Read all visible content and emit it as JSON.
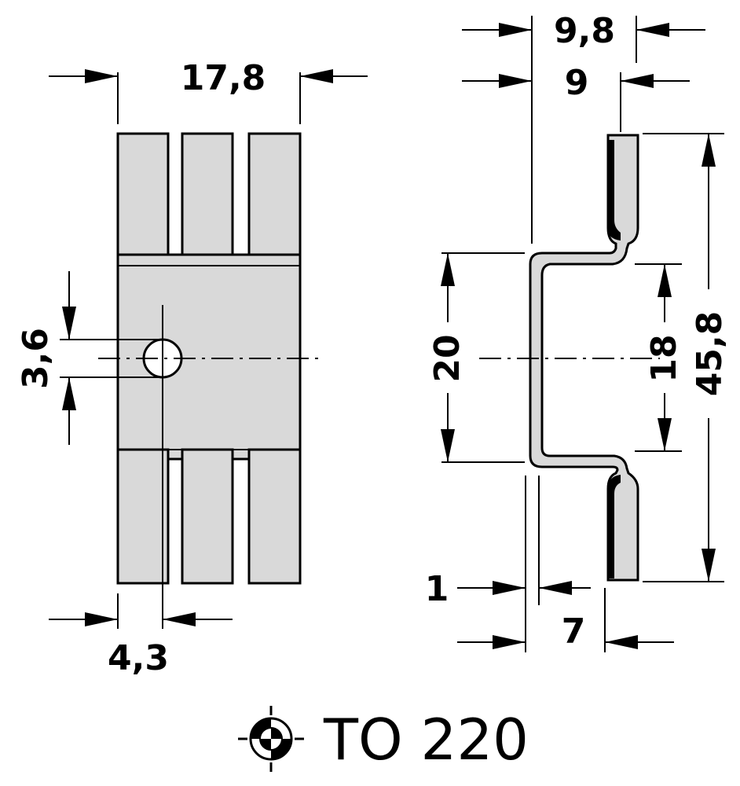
{
  "dimensions": {
    "front_width": "17,8",
    "front_hole_diameter": "3,6",
    "front_hole_offset": "4,3",
    "side_outer_width": "9,8",
    "side_inner_width": "9",
    "side_bend_height": "20",
    "side_inner_height": "18",
    "side_total_height": "45,8",
    "side_thickness": "1",
    "side_depth": "7"
  },
  "caption": {
    "package": "TO 220"
  },
  "colors": {
    "part_fill": "#d9d9d9",
    "line": "#000000"
  },
  "icons": {
    "package_symbol": "to220-symbol-icon"
  }
}
